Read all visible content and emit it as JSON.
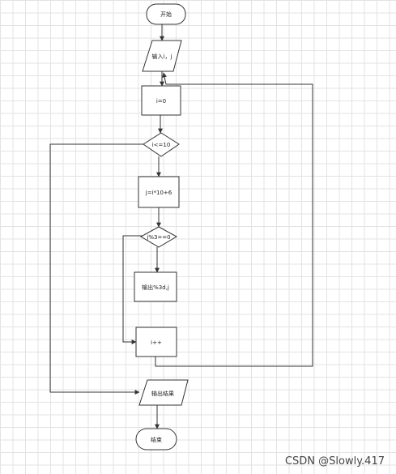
{
  "flowchart": {
    "nodes": {
      "start": "开始",
      "input": "输入i，j",
      "init_i": "i=0",
      "cond_loop": "i<=10",
      "calc_j": "j=i*10+6",
      "cond_mod": "j%3==0",
      "output_j": "输出%3d,j",
      "increment": "i++",
      "output_result": "输出结果",
      "end": "结束"
    }
  },
  "watermark": "CSDN @Slowly.417"
}
